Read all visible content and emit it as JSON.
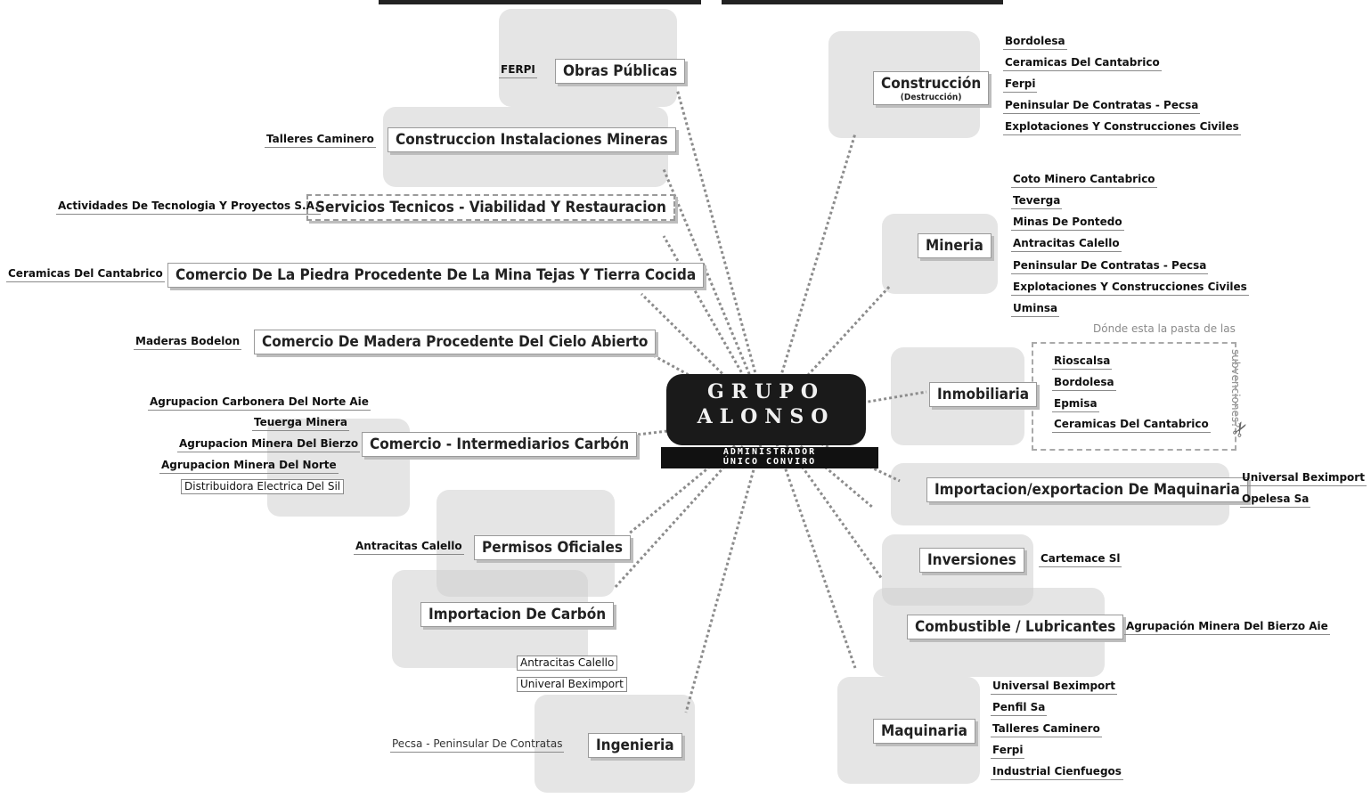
{
  "center": {
    "line1": "GRUPO",
    "line2": "ALONSO",
    "strip1": "ADMINISTRADOR",
    "strip2": "ÚNICO CONVIRO"
  },
  "left": [
    {
      "label": "Obras Públicas",
      "leaves": [
        "FERPI"
      ]
    },
    {
      "label": "Construccion Instalaciones Mineras",
      "leaves": [
        "Talleres Caminero"
      ]
    },
    {
      "label": "Servicios Tecnicos - Viabilidad Y Restauracion",
      "leaves": [
        "Actividades De Tecnologia Y Proyectos S.A."
      ]
    },
    {
      "label": "Comercio De La Piedra Procedente De La Mina Tejas Y Tierra Cocida",
      "leaves": [
        "Ceramicas Del Cantabrico"
      ]
    },
    {
      "label": "Comercio De Madera Procedente Del Cielo Abierto",
      "leaves": [
        "Maderas Bodelon"
      ]
    },
    {
      "label": "Comercio - Intermediarios Carbón",
      "leaves": [
        "Agrupacion Carbonera Del Norte Aie",
        "Teuerga Minera",
        "Agrupacion Minera Del Bierzo",
        "Agrupacion Minera Del Norte",
        "Distribuidora Electrica Del Sil"
      ]
    },
    {
      "label": "Permisos Oficiales",
      "leaves": [
        "Antracitas Calello"
      ]
    },
    {
      "label": "Importacion De Carbón",
      "leaves": [
        "Antracitas Calello",
        "Univeral Beximport"
      ]
    },
    {
      "label": "Ingenieria",
      "leaves": [
        "Pecsa - Peninsular De Contratas"
      ]
    }
  ],
  "right": [
    {
      "label": "Construcción",
      "sublabel": "(Destrucción)",
      "leaves": [
        "Bordolesa",
        "Ceramicas Del Cantabrico",
        "Ferpi",
        "Peninsular De Contratas - Pecsa",
        "Explotaciones Y Construcciones Civiles"
      ]
    },
    {
      "label": "Mineria",
      "leaves": [
        "Coto Minero Cantabrico",
        "Teverga",
        "Minas De Pontedo",
        "Antracitas Calello",
        "Peninsular De Contratas - Pecsa",
        "Explotaciones Y Construcciones Civiles",
        "Uminsa"
      ]
    },
    {
      "label": "Inmobiliaria",
      "leaves": [
        "Rioscalsa",
        "Bordolesa",
        "Epmisa",
        "Ceramicas Del Cantabrico"
      ]
    },
    {
      "label": "Importacion/exportacion De Maquinaria",
      "leaves": [
        "Universal Beximport",
        "Opelesa Sa"
      ]
    },
    {
      "label": "Inversiones",
      "leaves": [
        "Cartemace Sl"
      ]
    },
    {
      "label": "Combustible / Lubricantes",
      "leaves": [
        "Agrupación Minera Del Bierzo Aie"
      ]
    },
    {
      "label": "Maquinaria",
      "leaves": [
        "Universal Beximport",
        "Penfil Sa",
        "Talleres Caminero",
        "Ferpi",
        "Industrial Cienfuegos"
      ]
    }
  ],
  "note": {
    "line1": "Dónde esta la pasta de las",
    "line2": "subvenciones?"
  }
}
